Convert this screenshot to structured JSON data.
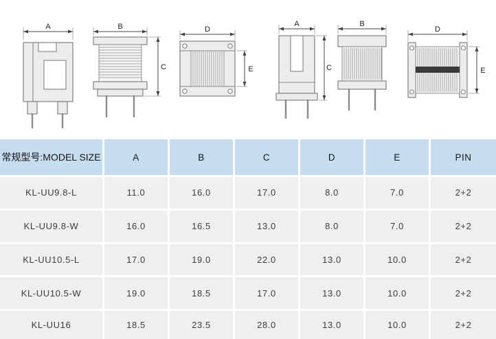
{
  "drawings": {
    "view1": {
      "top_dim": "A"
    },
    "view2": {
      "top_dim": "B",
      "right_dim": "C"
    },
    "view3": {
      "top_dim": "D",
      "right_dim": "E"
    },
    "view4": {
      "top_dim": "A",
      "right_dim": "C"
    },
    "view5": {
      "top_dim": "B"
    },
    "view6": {
      "top_dim": "D",
      "right_dim": "E"
    }
  },
  "table": {
    "headers": [
      "常规型号:MODEL SIZE",
      "A",
      "B",
      "C",
      "D",
      "E",
      "PIN"
    ],
    "rows": [
      [
        "KL-UU9.8-L",
        "11.0",
        "16.0",
        "17.0",
        "8.0",
        "7.0",
        "2+2"
      ],
      [
        "KL-UU9.8-W",
        "16.0",
        "16.5",
        "13.0",
        "8.0",
        "7.0",
        "2+2"
      ],
      [
        "KL-UU10.5-L",
        "17.0",
        "19.0",
        "22.0",
        "13.0",
        "10.0",
        "2+2"
      ],
      [
        "KL-UU10.5-W",
        "19.0",
        "18.5",
        "17.0",
        "13.0",
        "10.0",
        "2+2"
      ],
      [
        "KL-UU16",
        "18.5",
        "23.5",
        "28.0",
        "13.0",
        "10.0",
        "2+2"
      ]
    ]
  },
  "colors": {
    "header_bg": "#c5ddee",
    "row_bg": "#efefef",
    "gridline": "#ffffff",
    "drawing_fill": "#ececec",
    "drawing_stroke": "#828282"
  }
}
